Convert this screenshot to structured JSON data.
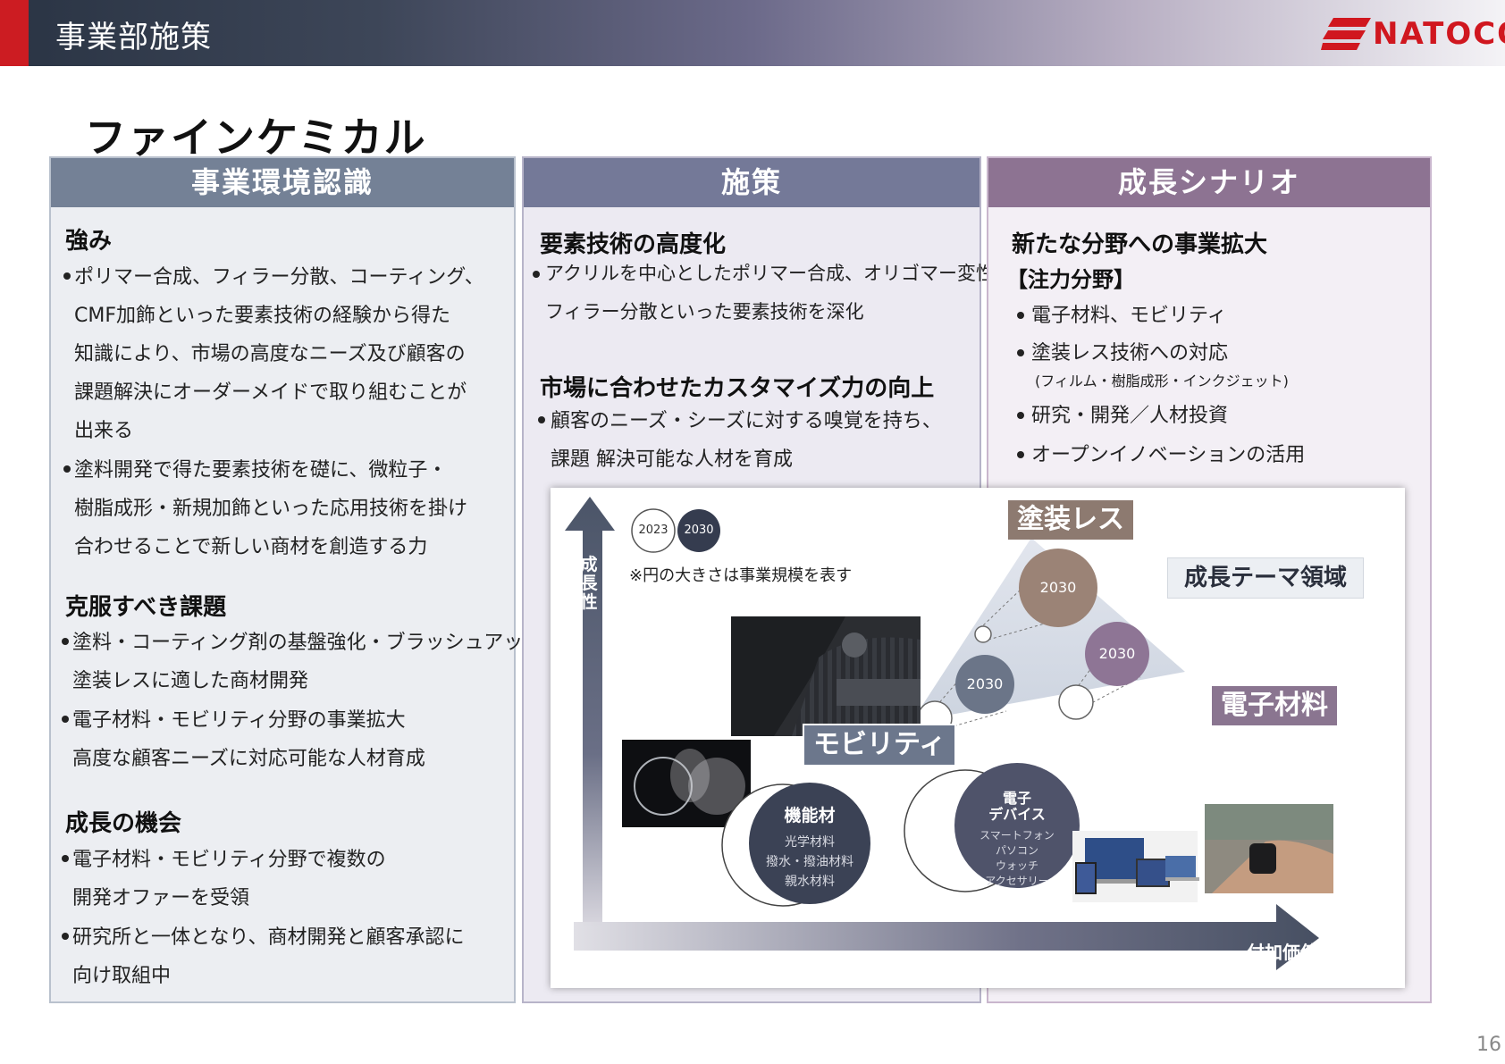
{
  "header": {
    "title": "事業部施策",
    "logo": "NATOCO"
  },
  "page_title": "ファインケミカル",
  "col1": {
    "heading": "事業環境認識",
    "strength_title": "強み",
    "strength_lines": [
      "ポリマー合成、フィラー分散、コーティング、",
      "CMF加飾といった要素技術の経験から得た",
      "知識により、市場の高度なニーズ及び顧客の",
      "課題解決にオーダーメイドで取り組むことが",
      "出来る",
      "塗料開発で得た要素技術を礎に、微粒子・",
      "樹脂成形・新規加飾といった応用技術を掛け",
      "合わせることで新しい商材を創造する力"
    ],
    "challenge_title": "克服すべき課題",
    "challenge_lines": [
      "塗料・コーティング剤の基盤強化・ブラッシュアップ・",
      "塗装レスに適した商材開発",
      "電子材料・モビリティ分野の事業拡大",
      "高度な顧客ニーズに対応可能な人材育成"
    ],
    "opportunity_title": "成長の機会",
    "opportunity_lines": [
      "電子材料・モビリティ分野で複数の",
      "開発オファーを受領",
      "研究所と一体となり、商材開発と顧客承認に",
      "向け取組中"
    ]
  },
  "col2": {
    "heading": "施策",
    "sec1_title": "要素技術の高度化",
    "sec1_lines": [
      "アクリルを中心としたポリマー合成、オリゴマー変性、",
      "フィラー分散といった要素技術を深化"
    ],
    "sec2_title": "市場に合わせたカスタマイズ力の向上",
    "sec2_lines": [
      "顧客のニーズ・シーズに対する嗅覚を持ち、",
      "課題 解決可能な人材を育成"
    ]
  },
  "col3": {
    "heading": "成長シナリオ",
    "title": "新たな分野への事業拡大",
    "subtitle": "【注力分野】",
    "items": [
      "電子材料、モビリティ",
      "塗装レス技術への対応",
      "研究・開発／人材投資",
      "オープンイノベーションの活用"
    ],
    "item2_note": "(フィルム・樹脂成形・インクジェット)"
  },
  "diagram": {
    "y_axis": "成長性",
    "x_axis": "付加価値",
    "legend_2023": "2023",
    "legend_2030": "2030",
    "note": "※円の大きさは事業規模を表す",
    "tag_coating_less": "塗装レス",
    "tag_growth_theme": "成長テーマ領域",
    "tag_electronic": "電子材料",
    "tag_mobility": "モビリティ",
    "c_top": "2030",
    "c_right": "2030",
    "c_left": "2030",
    "func_title": "機能材",
    "func_items": [
      "光学材料",
      "撥水・撥油材料",
      "親水材料"
    ],
    "device_title_1": "電子",
    "device_title_2": "デバイス",
    "device_items": [
      "スマートフォン",
      "パソコン",
      "ウォッチ",
      "アクセサリー"
    ]
  },
  "page_number": "16",
  "colors": {
    "accent_red": "#cc1c22",
    "col1": "#748196",
    "col2": "#747998",
    "col3": "#8d7392"
  }
}
